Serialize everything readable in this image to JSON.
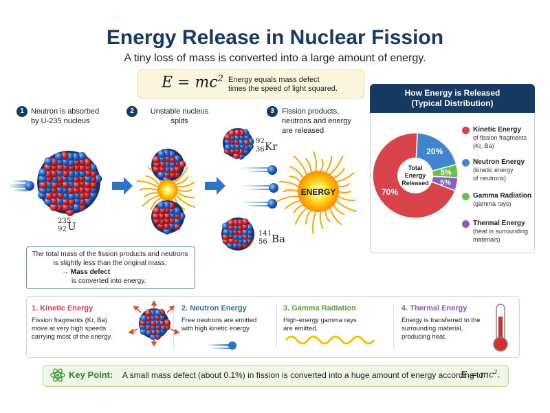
{
  "title": "Energy Release in Nuclear Fission",
  "subtitle": "A tiny loss of mass is converted into a large amount of energy.",
  "formula": {
    "lhs": "E = mc",
    "exponent": "2",
    "description_line1": "Energy equals mass defect",
    "description_line2": "times the speed of light squared."
  },
  "steps": [
    {
      "number": "1",
      "line1": "Neutron is absorbed",
      "line2": "by U-235 nucleus",
      "line3": ""
    },
    {
      "number": "2",
      "line1": "Unstable nucleus",
      "line2": "splits",
      "line3": ""
    },
    {
      "number": "3",
      "line1": "Fission products,",
      "line2": "neutrons and energy",
      "line3": "are released"
    }
  ],
  "isotopes": {
    "uranium": {
      "mass": "235",
      "atomic": "92",
      "symbol": "U"
    },
    "krypton": {
      "mass": "92",
      "atomic": "36",
      "symbol": "Kr"
    },
    "barium": {
      "mass": "141",
      "atomic": "56",
      "symbol": "Ba"
    }
  },
  "energy_label": "ENERGY",
  "mass_defect_note": {
    "line1": "The total mass of the fission products and neutrons",
    "line2": "is slightly less than the original mass.",
    "arrow": "→",
    "term": "Mass defect",
    "line4": "is converted into energy."
  },
  "distribution": {
    "title_line1": "How Energy is Released",
    "title_line2": "(Typical Distribution)",
    "center_line1": "Total",
    "center_line2": "Energy",
    "center_line3": "Released",
    "legend": [
      {
        "title": "Kinetic Energy",
        "sub1": "of fission fragments",
        "sub2": "(Kr, Ba)",
        "color": "#d9434b"
      },
      {
        "title": "Neutron Energy",
        "sub1": "(kinetic energy",
        "sub2": "of neutrons)",
        "color": "#3f86cf"
      },
      {
        "title": "Gamma Radiation",
        "sub1": "(gamma rays)",
        "sub2": "",
        "color": "#6cbf4a"
      },
      {
        "title": "Thermal Energy",
        "sub1": "(heat in surrounding",
        "sub2": "materials)",
        "color": "#8a5cc4"
      }
    ]
  },
  "chart_data": {
    "type": "pie",
    "categories": [
      "Kinetic Energy",
      "Neutron Energy",
      "Gamma Radiation",
      "Thermal Energy"
    ],
    "values": [
      70,
      20,
      5,
      5
    ],
    "value_labels": [
      "70%",
      "20%",
      "5%",
      "5%"
    ],
    "colors": [
      "#d9434b",
      "#3f86cf",
      "#6cbf4a",
      "#8a5cc4"
    ],
    "title": "How Energy is Released",
    "subtitle": "(Typical Distribution)",
    "legend_position": "right"
  },
  "energy_forms": [
    {
      "title": "1. Kinetic Energy",
      "line1": "Fission fragments (Kr, Ba)",
      "line2": "move at very high speeds",
      "line3": "carrying most of the energy.",
      "color": "#d9434b"
    },
    {
      "title": "2. Neutron Energy",
      "line1": "Free neutrons are emitted",
      "line2": "with high kinetic energy.",
      "line3": "",
      "color": "#2c6fb5"
    },
    {
      "title": "3. Gamma Radiation",
      "line1": "High-energy gamma rays",
      "line2": "are emitted.",
      "line3": "",
      "color": "#5aa33a"
    },
    {
      "title": "4. Thermal Energy",
      "line1": "Energy is transferred to the",
      "line2": "surrounding material,",
      "line3": "producing heat.",
      "color": "#8a5cc4"
    }
  ],
  "key_point": {
    "label": "Key Point:",
    "text": "A small mass defect (about 0.1%) in fission is converted into a huge amount of energy according to",
    "formula": "E = mc",
    "exponent": "2",
    "end": "."
  }
}
